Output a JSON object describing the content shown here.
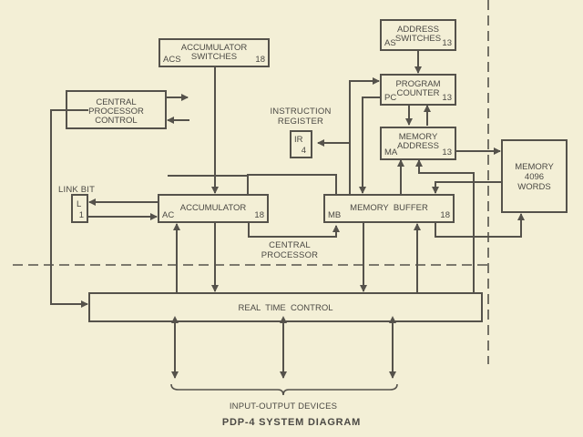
{
  "title": "PDP-4 SYSTEM DIAGRAM",
  "colors": {
    "background": "#f3efd6",
    "ink": "#55524b"
  },
  "blocks": {
    "acs": {
      "lines": [
        "ACCUMULATOR",
        "SWITCHES"
      ],
      "code": "ACS",
      "bits": "18"
    },
    "as": {
      "lines": [
        "ADDRESS",
        "SWITCHES"
      ],
      "code": "AS",
      "bits": "13"
    },
    "pc": {
      "lines": [
        "PROGRAM",
        "COUNTER"
      ],
      "code": "PC",
      "bits": "13"
    },
    "cpc": {
      "lines": [
        "CENTRAL",
        "PROCESSOR",
        "CONTROL"
      ]
    },
    "ir": {
      "code": "IR",
      "bits": "4"
    },
    "ma": {
      "lines": [
        "MEMORY",
        "ADDRESS"
      ],
      "code": "MA",
      "bits": "13"
    },
    "memory": {
      "lines": [
        "MEMORY",
        "4096",
        "WORDS"
      ]
    },
    "link": {
      "code": "L",
      "bits": "1"
    },
    "ac": {
      "lines": [
        "ACCUMULATOR"
      ],
      "code": "AC",
      "bits": "18"
    },
    "mb": {
      "lines": [
        "MEMORY  BUFFER"
      ],
      "code": "MB",
      "bits": "18"
    },
    "rtc": {
      "lines": [
        "REAL  TIME  CONTROL"
      ]
    }
  },
  "labels": {
    "instruction_register": [
      "INSTRUCTION",
      "REGISTER"
    ],
    "link_bit": "LINK  BIT",
    "central_processor": [
      "CENTRAL",
      "PROCESSOR"
    ],
    "io_devices": "INPUT-OUTPUT DEVICES"
  }
}
